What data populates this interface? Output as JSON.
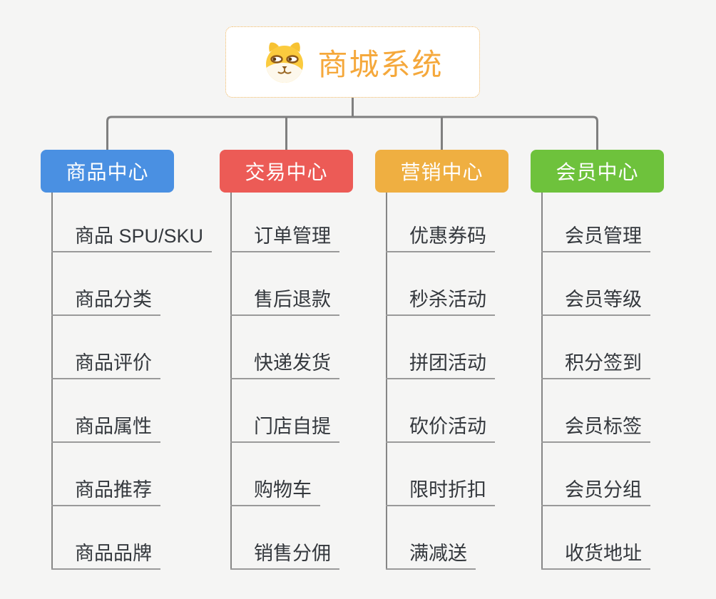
{
  "root": {
    "title": "商城系统",
    "icon": "dog-face-icon"
  },
  "branches": [
    {
      "label": "商品中心",
      "color": "#4a90e2",
      "items": [
        "商品 SPU/SKU",
        "商品分类",
        "商品评价",
        "商品属性",
        "商品推荐",
        "商品品牌"
      ]
    },
    {
      "label": "交易中心",
      "color": "#ec5b56",
      "items": [
        "订单管理",
        "售后退款",
        "快递发货",
        "门店自提",
        "购物车",
        "销售分佣"
      ]
    },
    {
      "label": "营销中心",
      "color": "#efaf41",
      "items": [
        "优惠券码",
        "秒杀活动",
        "拼团活动",
        "砍价活动",
        "限时折扣",
        "满减送"
      ]
    },
    {
      "label": "会员中心",
      "color": "#6ec23c",
      "items": [
        "会员管理",
        "会员等级",
        "积分签到",
        "会员标签",
        "会员分组",
        "收货地址"
      ]
    }
  ],
  "colors": {
    "background": "#f5f5f4",
    "root_accent": "#f5a83b",
    "root_border": "#efb55d",
    "connector": "#7f7f7f",
    "trunk": "#868686",
    "leaf_underline": "#9a9a9a",
    "leaf_text": "#34383d"
  }
}
